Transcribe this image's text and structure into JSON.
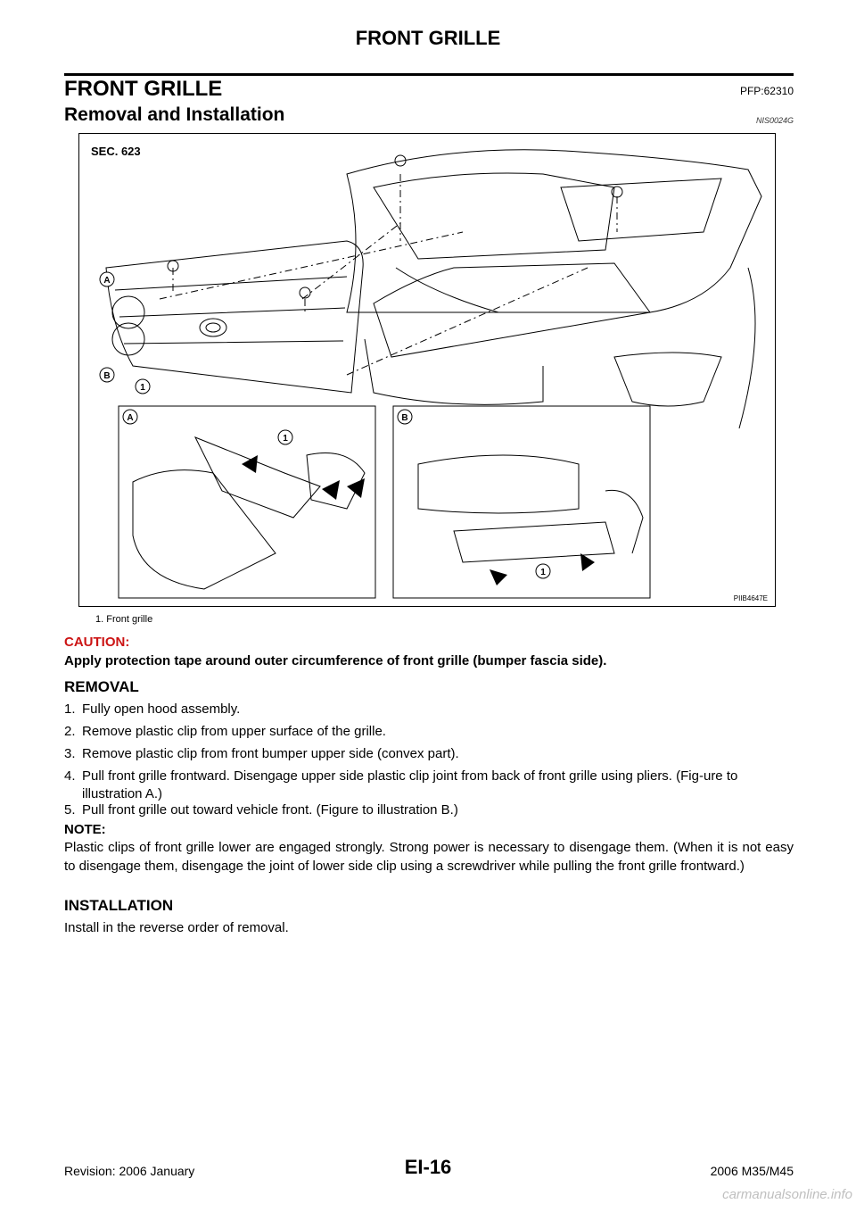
{
  "header": {
    "running_title": "FRONT GRILLE"
  },
  "section": {
    "title": "FRONT GRILLE",
    "pfp": "PFP:62310"
  },
  "subsection": {
    "title": "Removal and Installation",
    "code": "NIS0024G"
  },
  "figure": {
    "sec_label": "SEC. 623",
    "figure_id": "PIIB4647E",
    "callouts": {
      "a": "A",
      "b": "B",
      "one": "1"
    },
    "legend": "1.    Front grille"
  },
  "caution": {
    "title": "CAUTION:",
    "text": "Apply protection tape around outer circumference of front grille (bumper fascia side)."
  },
  "removal": {
    "title": "REMOVAL",
    "steps": [
      {
        "num": "1.",
        "text": "Fully open hood assembly."
      },
      {
        "num": "2.",
        "text": "Remove plastic clip from upper surface of the grille."
      },
      {
        "num": "3.",
        "text": "Remove plastic clip from front bumper upper side (convex part)."
      },
      {
        "num": "4.",
        "text": "Pull front grille frontward. Disengage upper side plastic clip joint from back of front grille using pliers. (Fig-ure to illustration A.)"
      },
      {
        "num": "5.",
        "text": "Pull front grille out toward vehicle front. (Figure to illustration B.)"
      }
    ]
  },
  "note": {
    "title": "NOTE:",
    "text": "Plastic clips of front grille lower are engaged strongly. Strong power is necessary to disengage them. (When it is not easy to disengage them, disengage the joint of lower side clip using a screwdriver while pulling the front grille frontward.)"
  },
  "installation": {
    "title": "INSTALLATION",
    "text": "Install in the reverse order of removal."
  },
  "footer": {
    "revision": "Revision: 2006 January",
    "page": "EI-16",
    "model": "2006 M35/M45"
  },
  "watermark": "carmanualsonline.info"
}
